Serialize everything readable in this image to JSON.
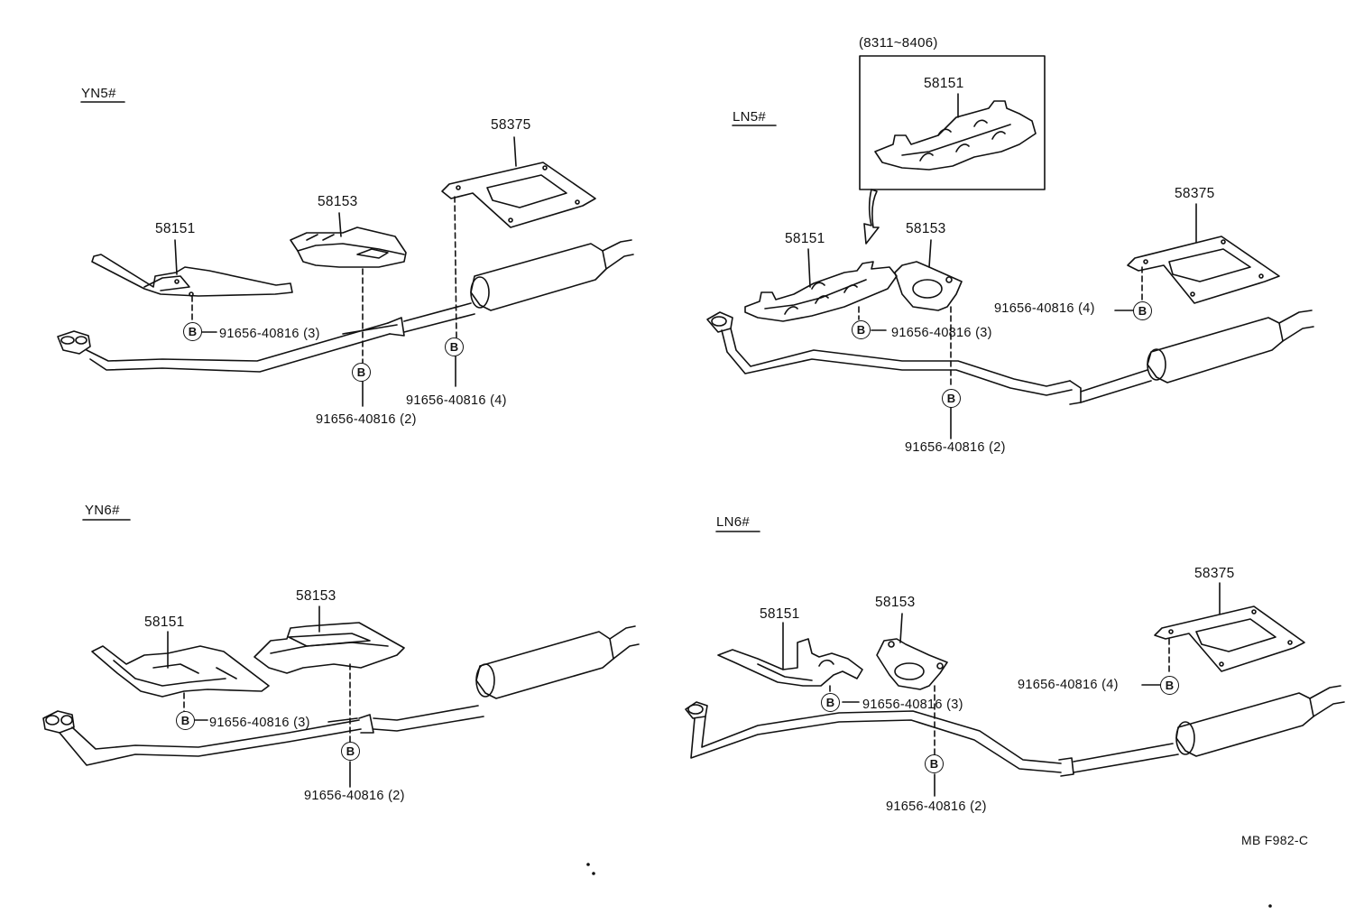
{
  "callout_symbol": "B",
  "footer_code": "MB F982-C",
  "panels": {
    "yn5": {
      "variant": "YN5#",
      "parts": {
        "p58151": "58151",
        "p58153": "58153",
        "p58375": "58375"
      },
      "refs": {
        "r1": "91656-40816 (3)",
        "r2": "91656-40816 (2)",
        "r3": "91656-40816 (4)"
      }
    },
    "ln5": {
      "variant": "LN5#",
      "inset_range": "(8311~8406)",
      "parts": {
        "inset58151": "58151",
        "p58151": "58151",
        "p58153": "58153",
        "p58375": "58375"
      },
      "refs": {
        "r1": "91656-40816 (3)",
        "r2": "91656-40816 (2)",
        "r3": "91656-40816 (4)"
      }
    },
    "yn6": {
      "variant": "YN6#",
      "parts": {
        "p58151": "58151",
        "p58153": "58153"
      },
      "refs": {
        "r1": "91656-40816 (3)",
        "r2": "91656-40816 (2)"
      }
    },
    "ln6": {
      "variant": "LN6#",
      "parts": {
        "p58151": "58151",
        "p58153": "58153",
        "p58375": "58375"
      },
      "refs": {
        "r1": "91656-40816 (3)",
        "r2": "91656-40816 (2)",
        "r3": "91656-40816 (4)"
      }
    }
  }
}
